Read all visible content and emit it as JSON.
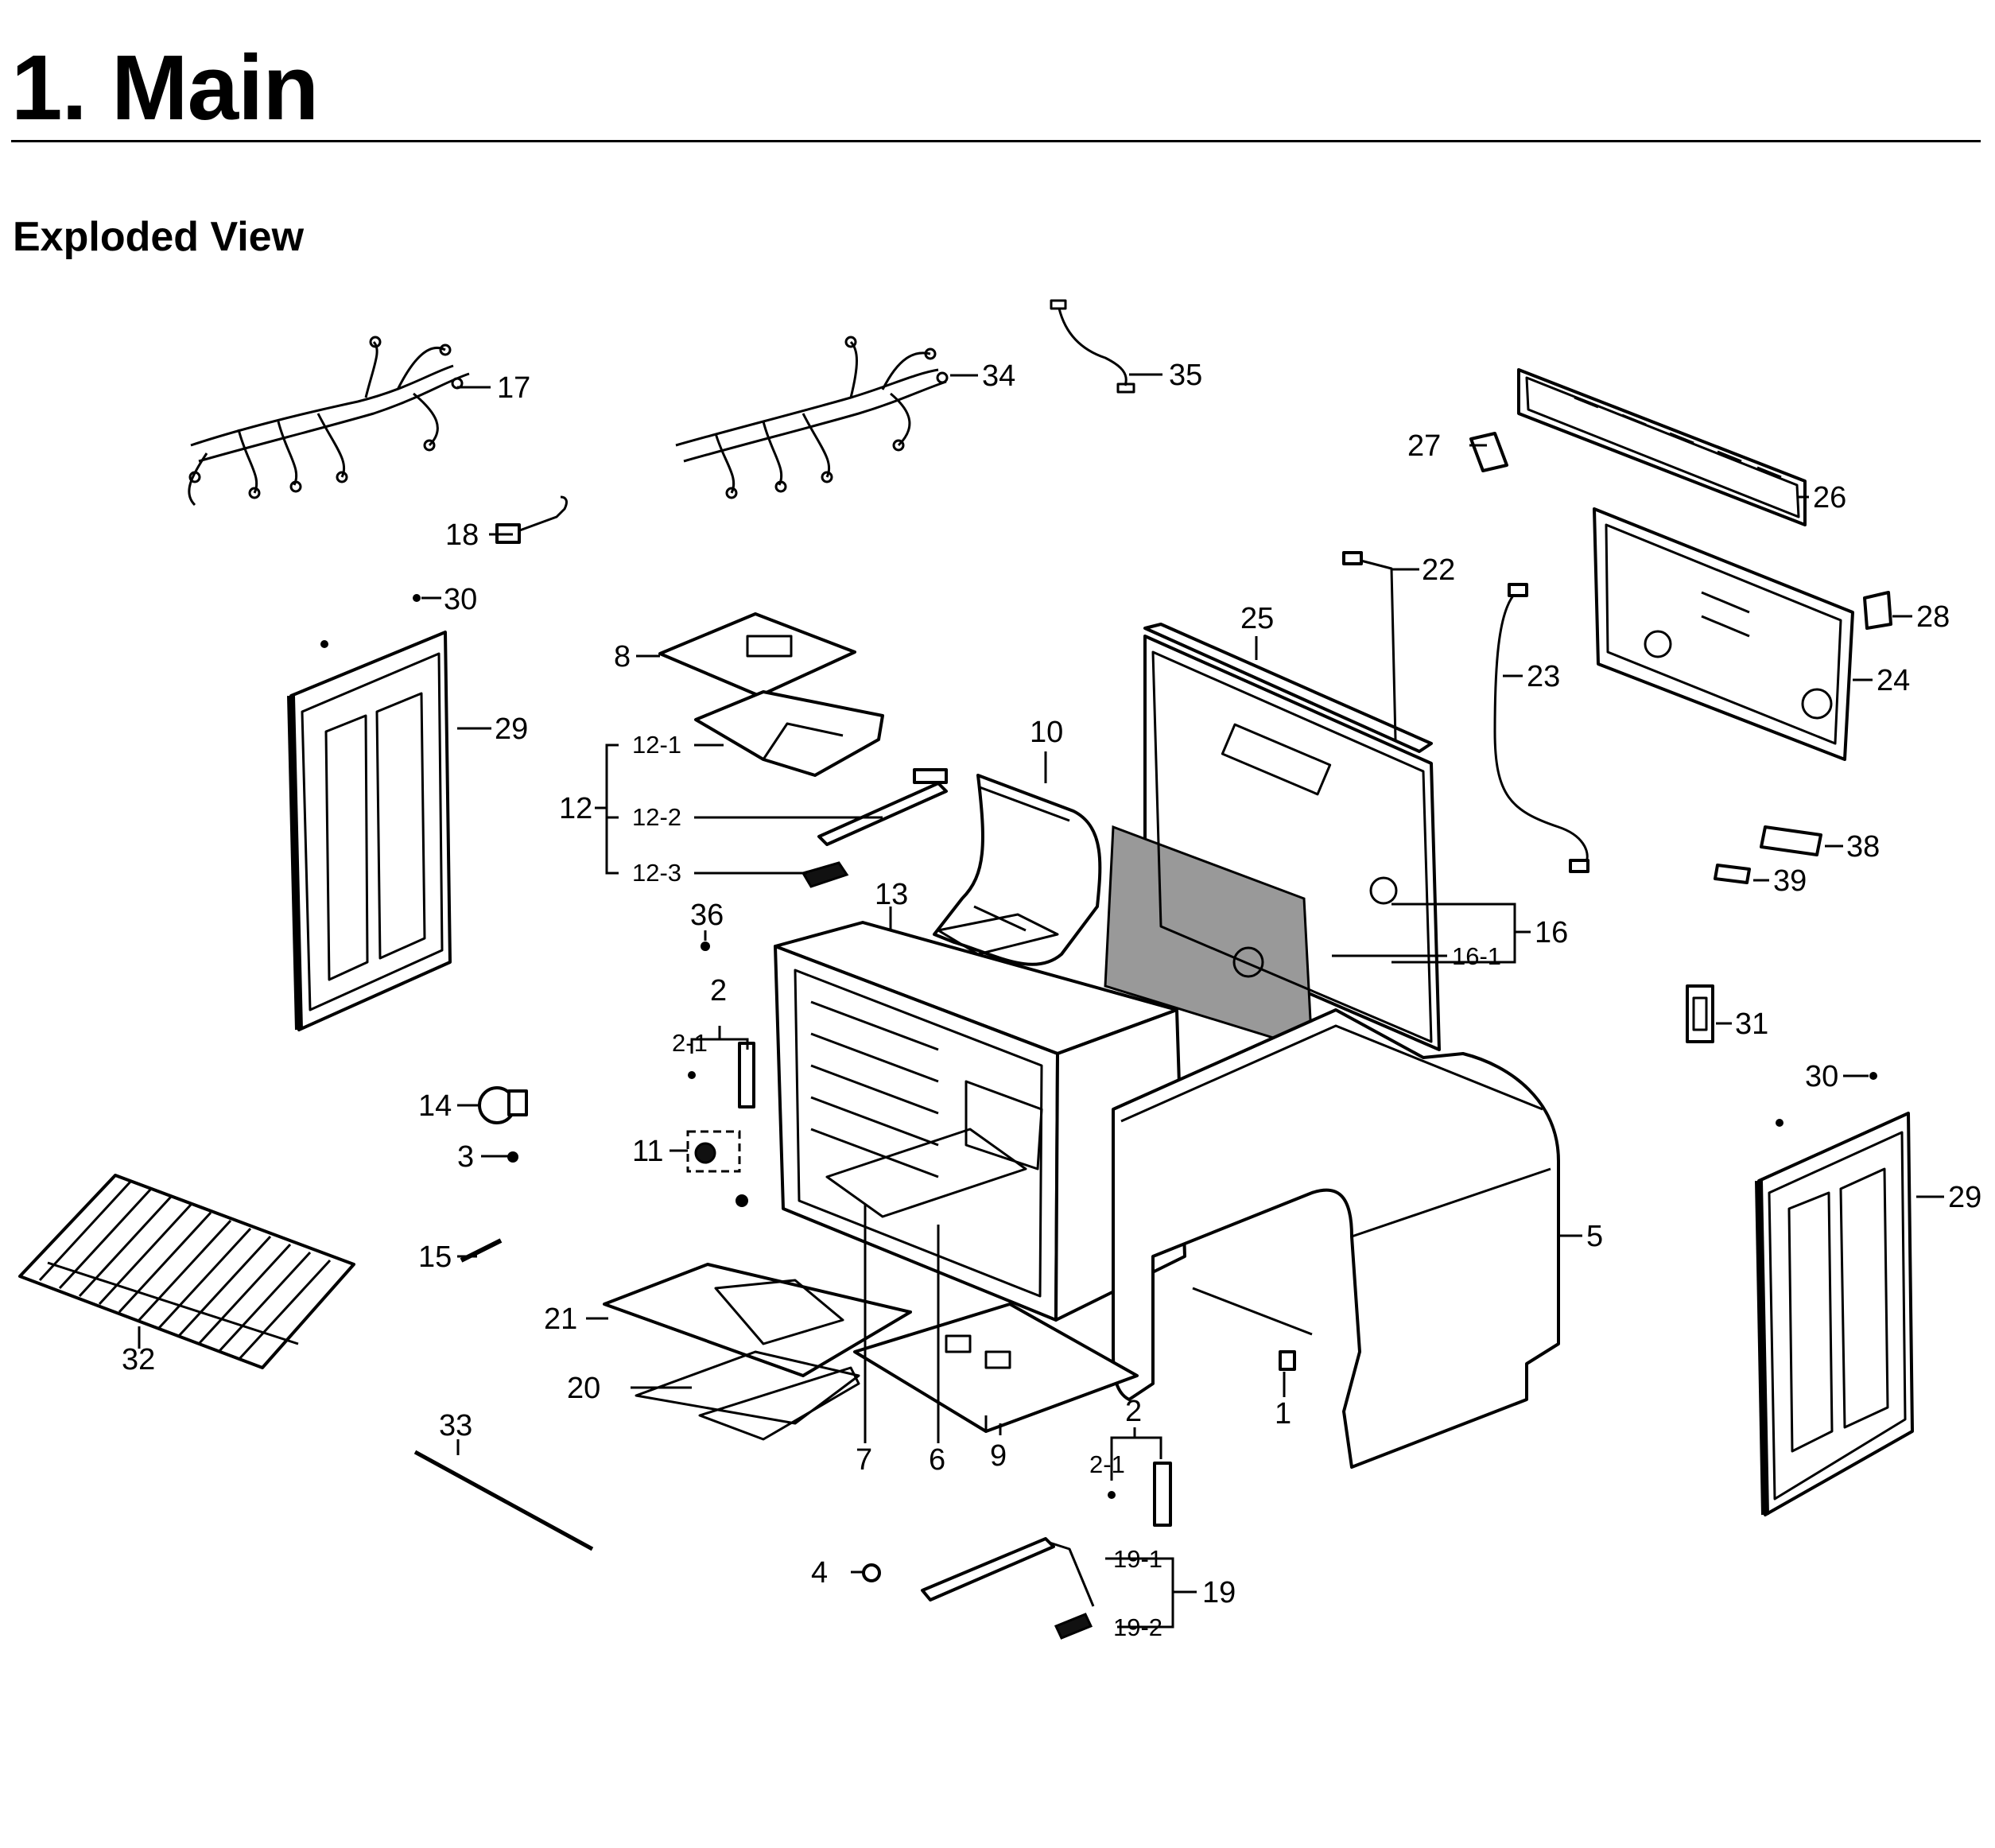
{
  "header": {
    "title": "1.  Main",
    "subtitle": "Exploded View"
  },
  "callouts": {
    "c1": "1",
    "c2a": "2",
    "c2b": "2",
    "c2_1a": "2-1",
    "c2_1b": "2-1",
    "c3": "3",
    "c4": "4",
    "c5": "5",
    "c6": "6",
    "c7": "7",
    "c8": "8",
    "c9": "9",
    "c10": "10",
    "c11": "11",
    "c12": "12",
    "c12_1": "12-1",
    "c12_2": "12-2",
    "c12_3": "12-3",
    "c13": "13",
    "c14": "14",
    "c15": "15",
    "c16": "16",
    "c16_1": "16-1",
    "c17": "17",
    "c18": "18",
    "c19": "19",
    "c19_1": "19-1",
    "c19_2": "19-2",
    "c20": "20",
    "c21": "21",
    "c22": "22",
    "c23": "23",
    "c24": "24",
    "c25": "25",
    "c26": "26",
    "c27": "27",
    "c28": "28",
    "c29a": "29",
    "c29b": "29",
    "c30a": "30",
    "c30b": "30",
    "c31": "31",
    "c32": "32",
    "c33": "33",
    "c34": "34",
    "c35": "35",
    "c36": "36",
    "c38": "38",
    "c39": "39"
  }
}
